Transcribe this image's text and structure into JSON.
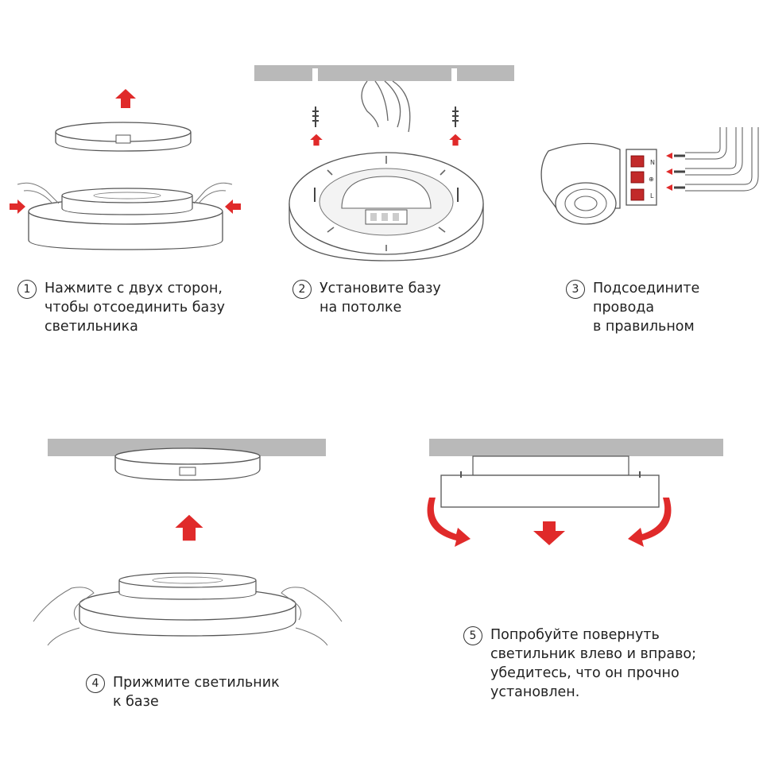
{
  "steps": [
    {
      "number": "1",
      "lines": [
        "Нажмите с двух сторон,",
        "чтобы отсоединить базу",
        "светильника"
      ]
    },
    {
      "number": "2",
      "lines": [
        "Установите базу",
        "на потолке"
      ]
    },
    {
      "number": "3",
      "lines": [
        "Подсоедините",
        "провода",
        "в правильном"
      ]
    },
    {
      "number": "4",
      "lines": [
        "Прижмите светильник",
        "к базе"
      ]
    },
    {
      "number": "5",
      "lines": [
        "Попробуйте повернуть",
        "светильник влево и вправо;",
        "убедитесь, что он прочно",
        "установлен."
      ]
    }
  ],
  "terminal_labels": [
    "N",
    "⊕",
    "L"
  ],
  "colors": {
    "arrow": "#e02a2a",
    "outline": "#555555",
    "ceiling": "#b9b9b9"
  }
}
